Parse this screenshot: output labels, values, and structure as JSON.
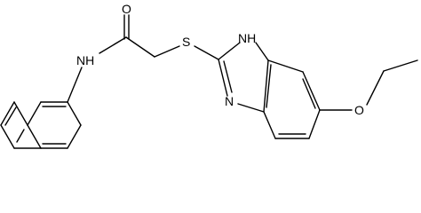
{
  "molecule": {
    "atoms": {
      "carbonyl_oxygen": "O",
      "amide_nitrogen": "NH",
      "thioether_sulfur": "S",
      "imidazole_nh": "NH",
      "imidazole_n": "N",
      "ether_oxygen": "O"
    }
  },
  "colors": {
    "bond": "#000000",
    "label": "#000000",
    "background": "#ffffff"
  }
}
